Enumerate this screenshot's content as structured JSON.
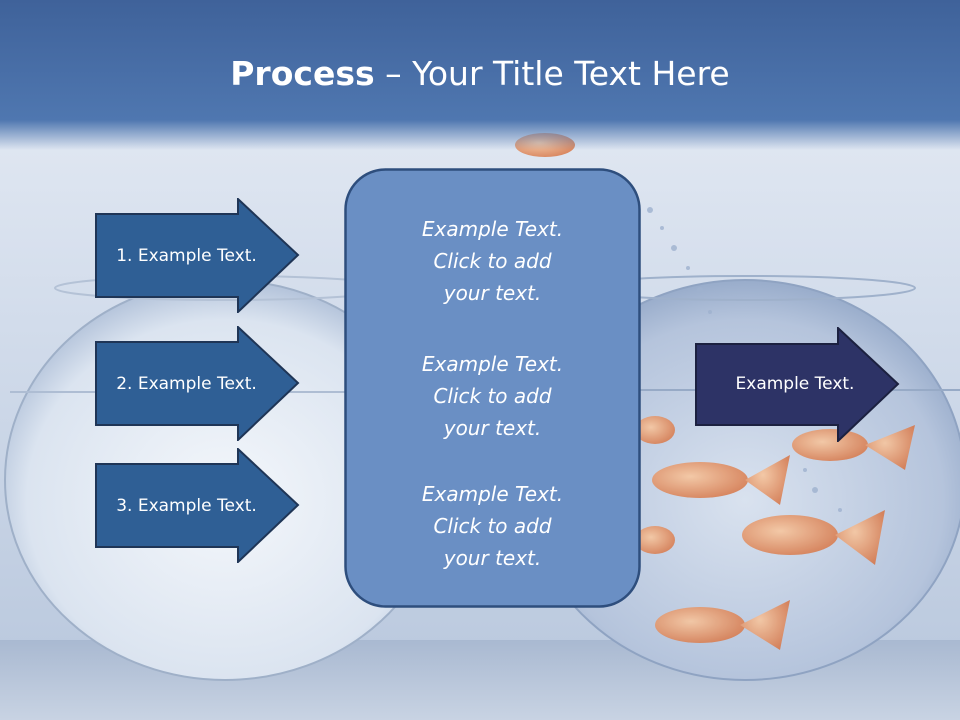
{
  "slide": {
    "title": {
      "bold": "Process",
      "rest": " – Your Title Text Here"
    },
    "left_arrows": [
      {
        "label": "1. Example Text."
      },
      {
        "label": "2. Example Text."
      },
      {
        "label": "3. Example Text."
      }
    ],
    "center_box": {
      "blocks": [
        {
          "line1": "Example Text.",
          "line2": "Click  to add",
          "line3": "your text."
        },
        {
          "line1": "Example Text.",
          "line2": "Click  to add",
          "line3": "your text."
        },
        {
          "line1": "Example Text.",
          "line2": "Click  to add",
          "line3": "your text."
        }
      ]
    },
    "right_arrow": {
      "label": "Example Text."
    }
  },
  "colors": {
    "title_bar": "#4a6fa5",
    "left_arrow_fill": "#2f5f95",
    "right_arrow_fill": "#2d3366",
    "center_box_fill": "#6a8fc4",
    "outline": "#1f3556"
  },
  "background": {
    "description_icon": "fishbowl-goldfish-photo"
  }
}
